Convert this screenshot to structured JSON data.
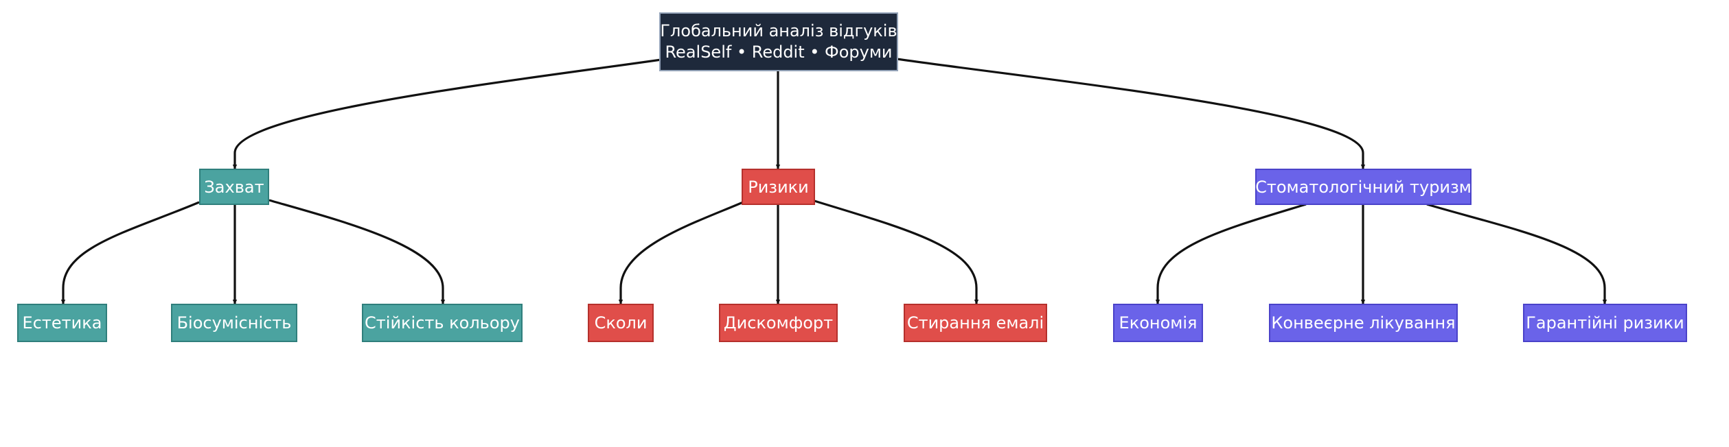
{
  "root": {
    "line1": "Глобальний аналіз відгуків",
    "line2": "RealSelf • Reddit • Форуми"
  },
  "colors": {
    "root": "#1e293b",
    "delight": "#4ba3a0",
    "risks": "#e04e4a",
    "tourism": "#6a63e9",
    "edge": "#111111"
  },
  "categories": {
    "delight": {
      "label": "Захват",
      "children": [
        "Естетика",
        "Біосумісність",
        "Стійкість кольору"
      ]
    },
    "risks": {
      "label": "Ризики",
      "children": [
        "Сколи",
        "Дискомфорт",
        "Стирання емалі"
      ]
    },
    "tourism": {
      "label": "Стоматологічний туризм",
      "children": [
        "Економія",
        "Конвеєрне лікування",
        "Гарантійні ризики"
      ]
    }
  }
}
